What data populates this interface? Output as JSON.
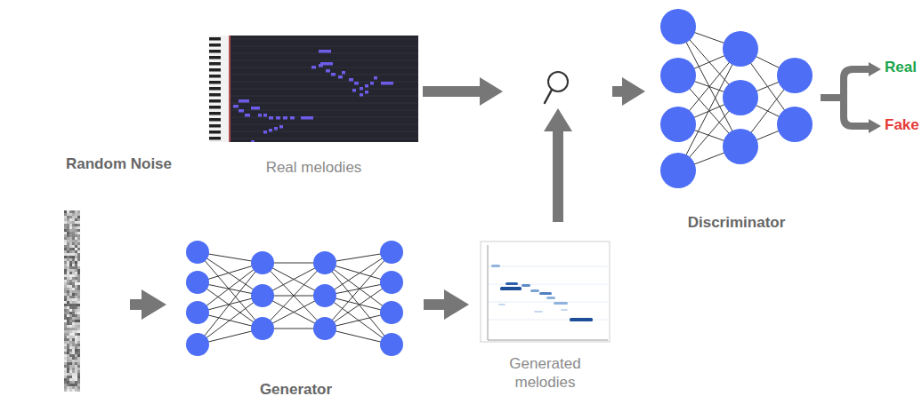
{
  "diagram": {
    "nodes": [
      {
        "text": [
          "Random Noise"
        ]
      },
      {
        "text": [
          "Real melodies"
        ]
      },
      {
        "text": [
          "Generator"
        ]
      },
      {
        "text": [
          "Generated melodies"
        ]
      },
      {
        "text": [
          "Discriminator"
        ]
      }
    ],
    "edges": [
      {
        "from": 0,
        "to": 2,
        "arrow": "to"
      },
      {
        "from": 2,
        "to": 3,
        "arrow": "to"
      }
    ],
    "labels": [
      "Real",
      "Fake"
    ]
  }
}
